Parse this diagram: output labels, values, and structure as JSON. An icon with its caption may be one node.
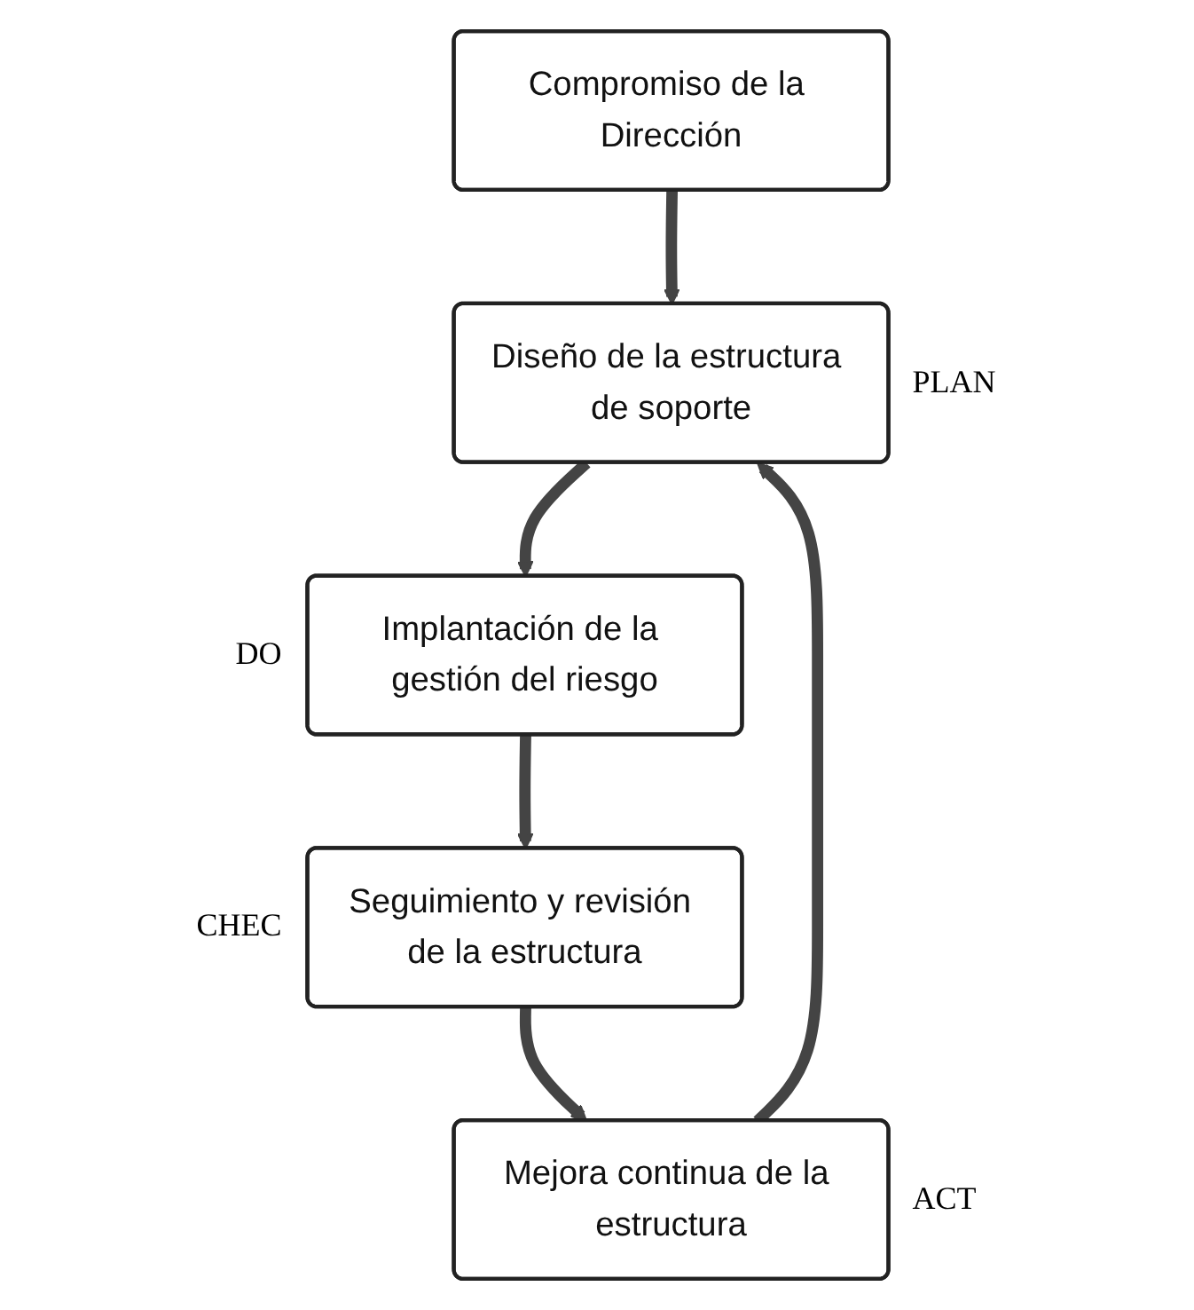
{
  "diagram": {
    "nodes": [
      {
        "text": [
          "Compromiso de la Dirección"
        ]
      },
      {
        "text": [
          "Diseño de la estructura de soporte"
        ],
        "beside": [
          "PLAN"
        ]
      },
      {
        "text": [
          "Implantación de la gestión del riesgo"
        ],
        "beside": [
          "DO"
        ]
      },
      {
        "text": [
          "Seguimiento y revisión de la estructura"
        ],
        "beside": [
          "CHEC"
        ]
      },
      {
        "text": [
          "Mejora continua de la estructura"
        ],
        "beside": [
          "ACT"
        ]
      }
    ],
    "edges": [
      {
        "from": 0,
        "to": 1,
        "arrow": "to"
      },
      {
        "from": 1,
        "to": 2,
        "arrow": "to"
      },
      {
        "from": 2,
        "to": 3,
        "arrow": "to"
      },
      {
        "from": 3,
        "to": 4,
        "arrow": "to"
      },
      {
        "from": 4,
        "to": 1,
        "arrow": "to"
      }
    ]
  }
}
